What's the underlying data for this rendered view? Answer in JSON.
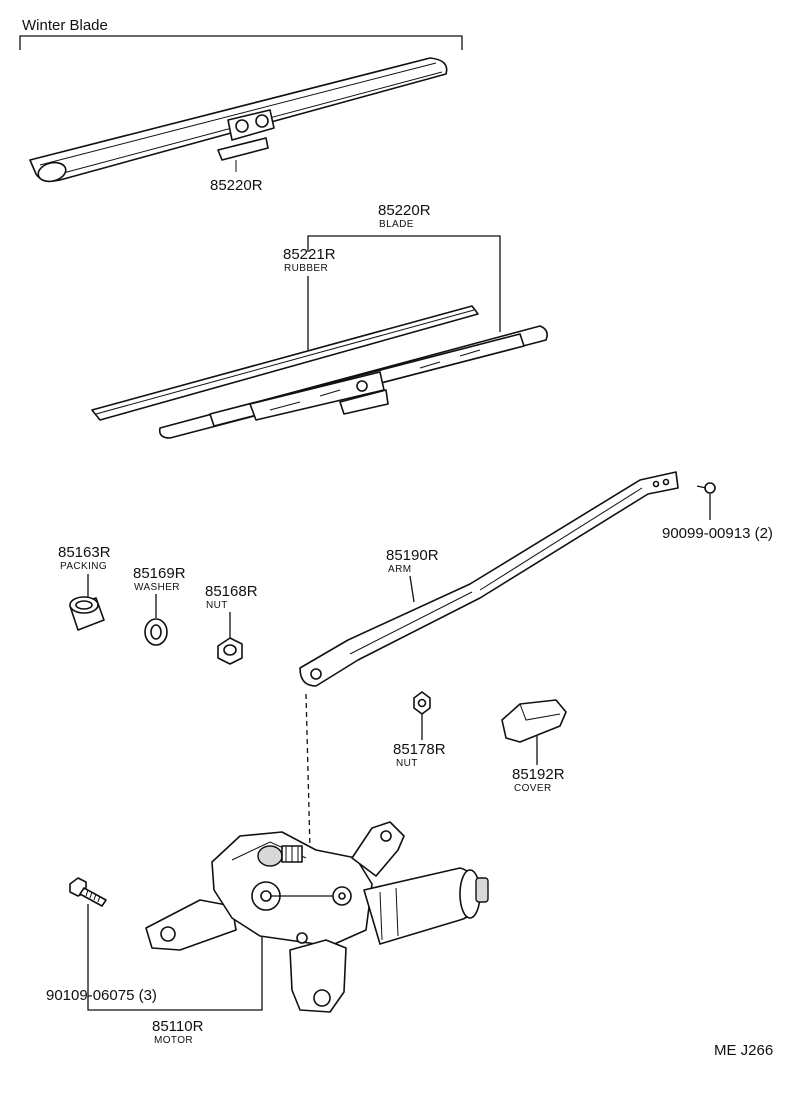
{
  "header": {
    "winter_blade": "Winter Blade"
  },
  "parts": {
    "winter_blade_pn": "85220R",
    "blade_pn": "85220R",
    "blade_name": "BLADE",
    "rubber_pn": "85221R",
    "rubber_name": "RUBBER",
    "screw_pn": "90099-00913 (2)",
    "packing_pn": "85163R",
    "packing_name": "PACKING",
    "washer_pn": "85169R",
    "washer_name": "WASHER",
    "nut1_pn": "85168R",
    "nut1_name": "NUT",
    "arm_pn": "85190R",
    "arm_name": "ARM",
    "nut2_pn": "85178R",
    "nut2_name": "NUT",
    "cover_pn": "85192R",
    "cover_name": "COVER",
    "bolt_pn": "90109-06075 (3)",
    "motor_pn": "85110R",
    "motor_name": "MOTOR"
  },
  "footer": {
    "code": "ME  J266"
  }
}
